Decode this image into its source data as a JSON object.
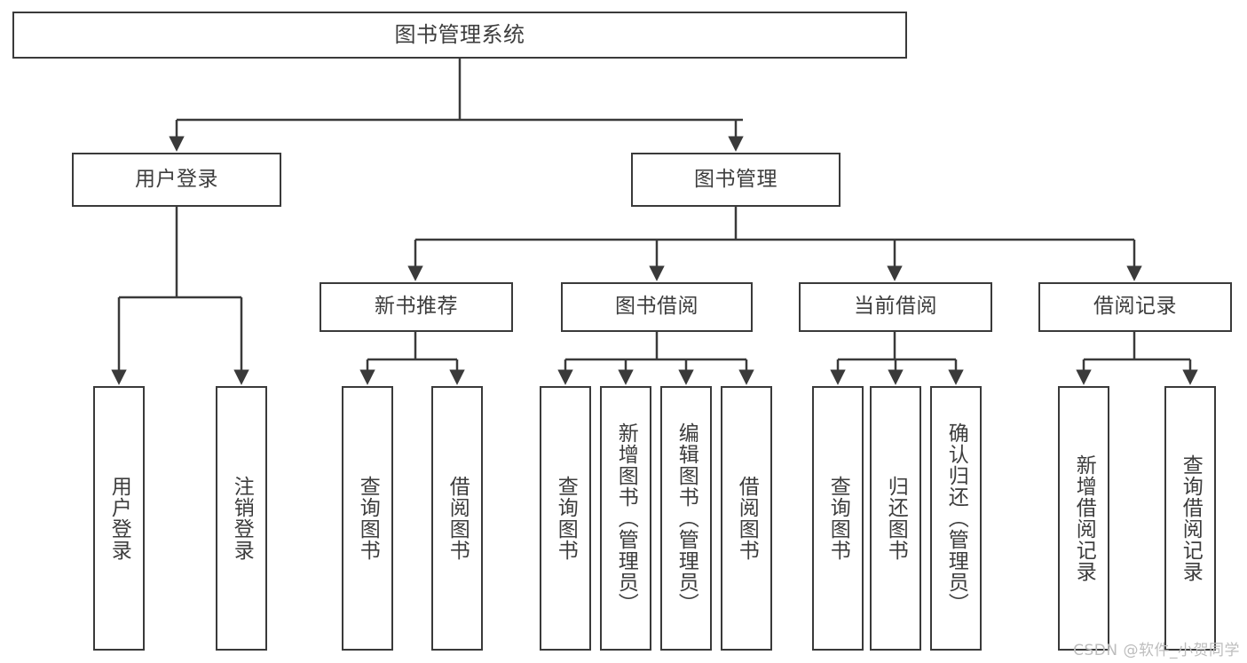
{
  "diagram": {
    "type": "tree",
    "title_node": "图书管理系统",
    "watermark": "CSDN @软件_小贺同学",
    "colors": {
      "stroke": "#3a3a3a",
      "text": "#3d3d3d",
      "background": "#ffffff",
      "watermark": "#bdbdbd"
    },
    "root": {
      "label": "图书管理系统"
    },
    "level1": [
      {
        "label": "用户登录"
      },
      {
        "label": "图书管理"
      }
    ],
    "level2": [
      {
        "label": "新书推荐"
      },
      {
        "label": "图书借阅"
      },
      {
        "label": "当前借阅"
      },
      {
        "label": "借阅记录"
      }
    ],
    "leaves": {
      "user_login": [
        {
          "label": "用户登录"
        },
        {
          "label": "注销登录"
        }
      ],
      "new_book_recommend": [
        {
          "label": "查询图书"
        },
        {
          "label": "借阅图书"
        }
      ],
      "book_borrow": [
        {
          "label": "查询图书"
        },
        {
          "label": "新增图书（管理员）"
        },
        {
          "label": "编辑图书（管理员）"
        },
        {
          "label": "借阅图书"
        }
      ],
      "current_borrow": [
        {
          "label": "查询图书"
        },
        {
          "label": "归还图书"
        },
        {
          "label": "确认归还（管理员）"
        }
      ],
      "borrow_record": [
        {
          "label": "新增借阅记录"
        },
        {
          "label": "查询借阅记录"
        }
      ]
    }
  }
}
